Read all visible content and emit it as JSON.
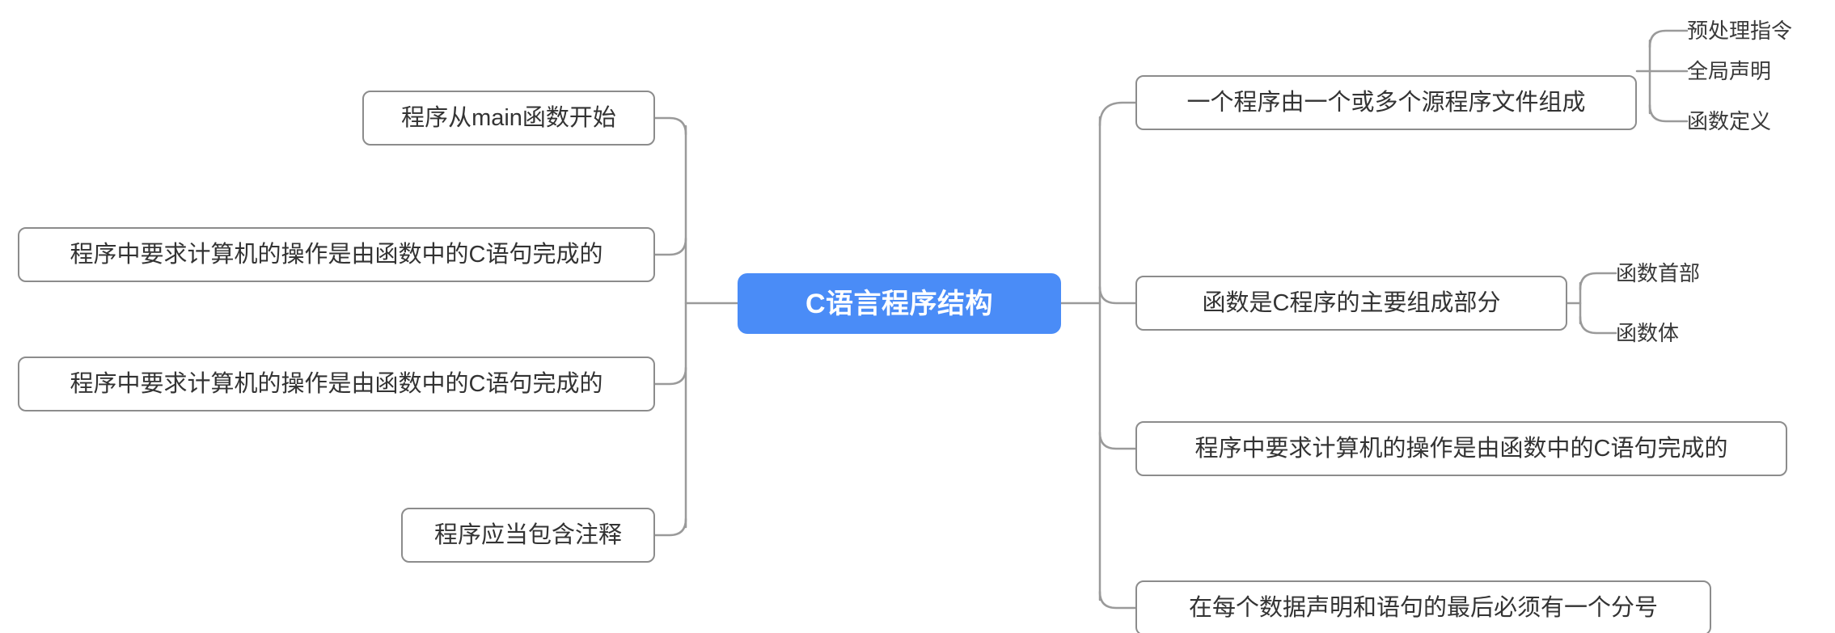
{
  "diagram": {
    "type": "mind-map",
    "title": "C语言程序结构",
    "background_color": "#ffffff",
    "root_color": "#4a8cf7",
    "root_text_color": "#ffffff",
    "node_border_color": "#8c8c8c",
    "node_text_color": "#333333",
    "connector_color": "#9a9a9a"
  },
  "root": {
    "label": "C语言程序结构"
  },
  "left_branch": [
    {
      "label": "程序从main函数开始"
    },
    {
      "label": "程序中要求计算机的操作是由函数中的C语句完成的"
    },
    {
      "label": "程序中要求计算机的操作是由函数中的C语句完成的"
    },
    {
      "label": "程序应当包含注释"
    }
  ],
  "right_branch": [
    {
      "label": "一个程序由一个或多个源程序文件组成",
      "children": [
        {
          "label": "预处理指令"
        },
        {
          "label": "全局声明"
        },
        {
          "label": "函数定义"
        }
      ]
    },
    {
      "label": "函数是C程序的主要组成部分",
      "children": [
        {
          "label": "函数首部"
        },
        {
          "label": "函数体"
        }
      ]
    },
    {
      "label": "程序中要求计算机的操作是由函数中的C语句完成的",
      "children": []
    },
    {
      "label": "在每个数据声明和语句的最后必须有一个分号",
      "children": []
    }
  ]
}
